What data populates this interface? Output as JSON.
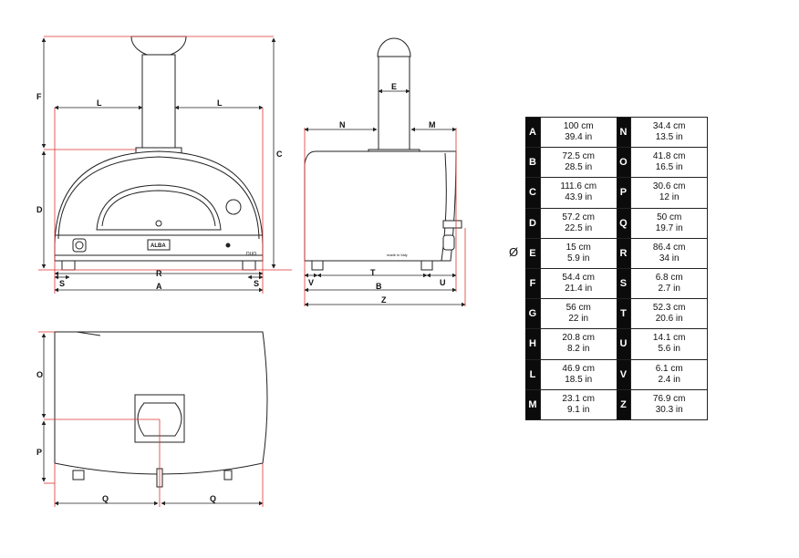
{
  "front_view": {
    "labels": {
      "F": "F",
      "D": "D",
      "C": "C",
      "L1": "L",
      "L2": "L",
      "R": "R",
      "S1": "S",
      "S2": "S",
      "A": "A"
    },
    "logo": "ALBA",
    "badge": "DUO"
  },
  "side_view": {
    "labels": {
      "E": "E",
      "N": "N",
      "M": "M",
      "V": "V",
      "T": "T",
      "B": "B",
      "U": "U",
      "Z": "Z"
    },
    "plate": "made in Italy"
  },
  "top_view": {
    "labels": {
      "O": "O",
      "P": "P",
      "Q1": "Q",
      "Q2": "Q"
    }
  },
  "diameter_symbol": "Ø",
  "dimensions": [
    {
      "left": {
        "key": "A",
        "cm": "100 cm",
        "in": "39.4 in"
      },
      "right": {
        "key": "N",
        "cm": "34.4 cm",
        "in": "13.5 in"
      }
    },
    {
      "left": {
        "key": "B",
        "cm": "72.5 cm",
        "in": "28.5 in"
      },
      "right": {
        "key": "O",
        "cm": "41.8 cm",
        "in": "16.5 in"
      }
    },
    {
      "left": {
        "key": "C",
        "cm": "111.6 cm",
        "in": "43.9 in"
      },
      "right": {
        "key": "P",
        "cm": "30.6 cm",
        "in": "12 in"
      }
    },
    {
      "left": {
        "key": "D",
        "cm": "57.2 cm",
        "in": "22.5 in"
      },
      "right": {
        "key": "Q",
        "cm": "50 cm",
        "in": "19.7 in"
      }
    },
    {
      "left": {
        "key": "E",
        "cm": "15 cm",
        "in": "5.9 in"
      },
      "right": {
        "key": "R",
        "cm": "86.4 cm",
        "in": "34 in"
      }
    },
    {
      "left": {
        "key": "F",
        "cm": "54.4 cm",
        "in": "21.4 in"
      },
      "right": {
        "key": "S",
        "cm": "6.8 cm",
        "in": "2.7 in"
      }
    },
    {
      "left": {
        "key": "G",
        "cm": "56 cm",
        "in": "22 in"
      },
      "right": {
        "key": "T",
        "cm": "52.3 cm",
        "in": "20.6 in"
      }
    },
    {
      "left": {
        "key": "H",
        "cm": "20.8 cm",
        "in": "8.2 in"
      },
      "right": {
        "key": "U",
        "cm": "14.1 cm",
        "in": "5.6 in"
      }
    },
    {
      "left": {
        "key": "L",
        "cm": "46.9 cm",
        "in": "18.5 in"
      },
      "right": {
        "key": "V",
        "cm": "6.1 cm",
        "in": "2.4 in"
      }
    },
    {
      "left": {
        "key": "M",
        "cm": "23.1 cm",
        "in": "9.1 in"
      },
      "right": {
        "key": "Z",
        "cm": "76.9 cm",
        "in": "30.3 in"
      }
    }
  ]
}
